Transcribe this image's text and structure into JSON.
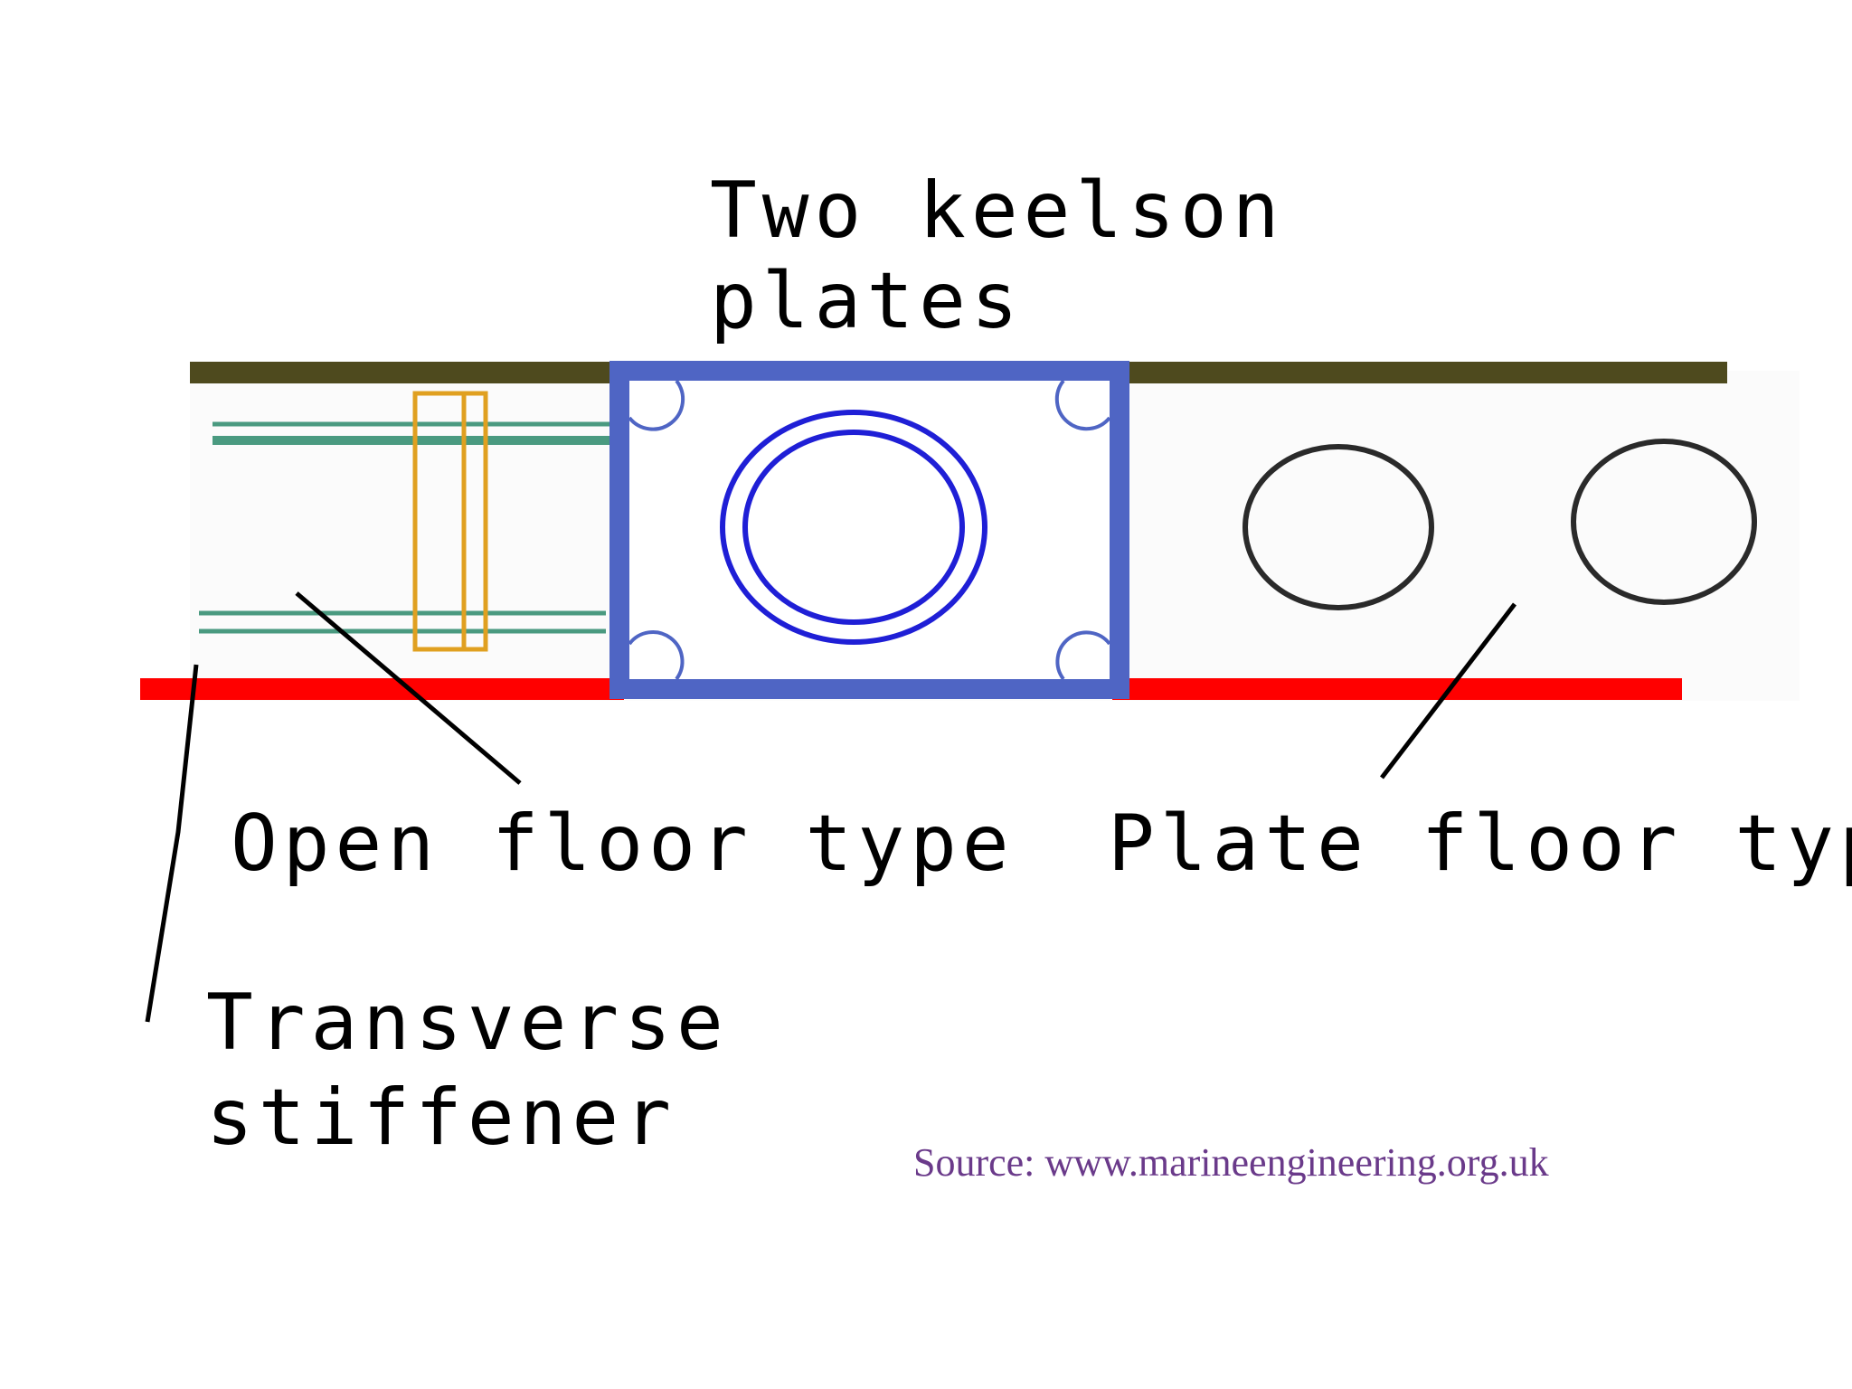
{
  "labels": {
    "keelson_line1": "Two keelson",
    "keelson_line2": "plates",
    "open_floor": "Open floor type",
    "plate_floor": "Plate floor type",
    "stiffener_line1": "Transverse",
    "stiffener_line2": "stiffener"
  },
  "source": "Source: www.marineengineering.org.uk",
  "colors": {
    "inner_bottom_plating": "#4e4a1e",
    "outer_bottom_plating": "#ff0000",
    "keelson_box": "#4f65c4",
    "center_girder_rings": "#1f1fd6",
    "open_floor_bars": "#4a9a80",
    "transverse_stiffener": "#e0a020",
    "floor_fill": "#fbfbfb",
    "source_text": "#6a3a8a"
  }
}
